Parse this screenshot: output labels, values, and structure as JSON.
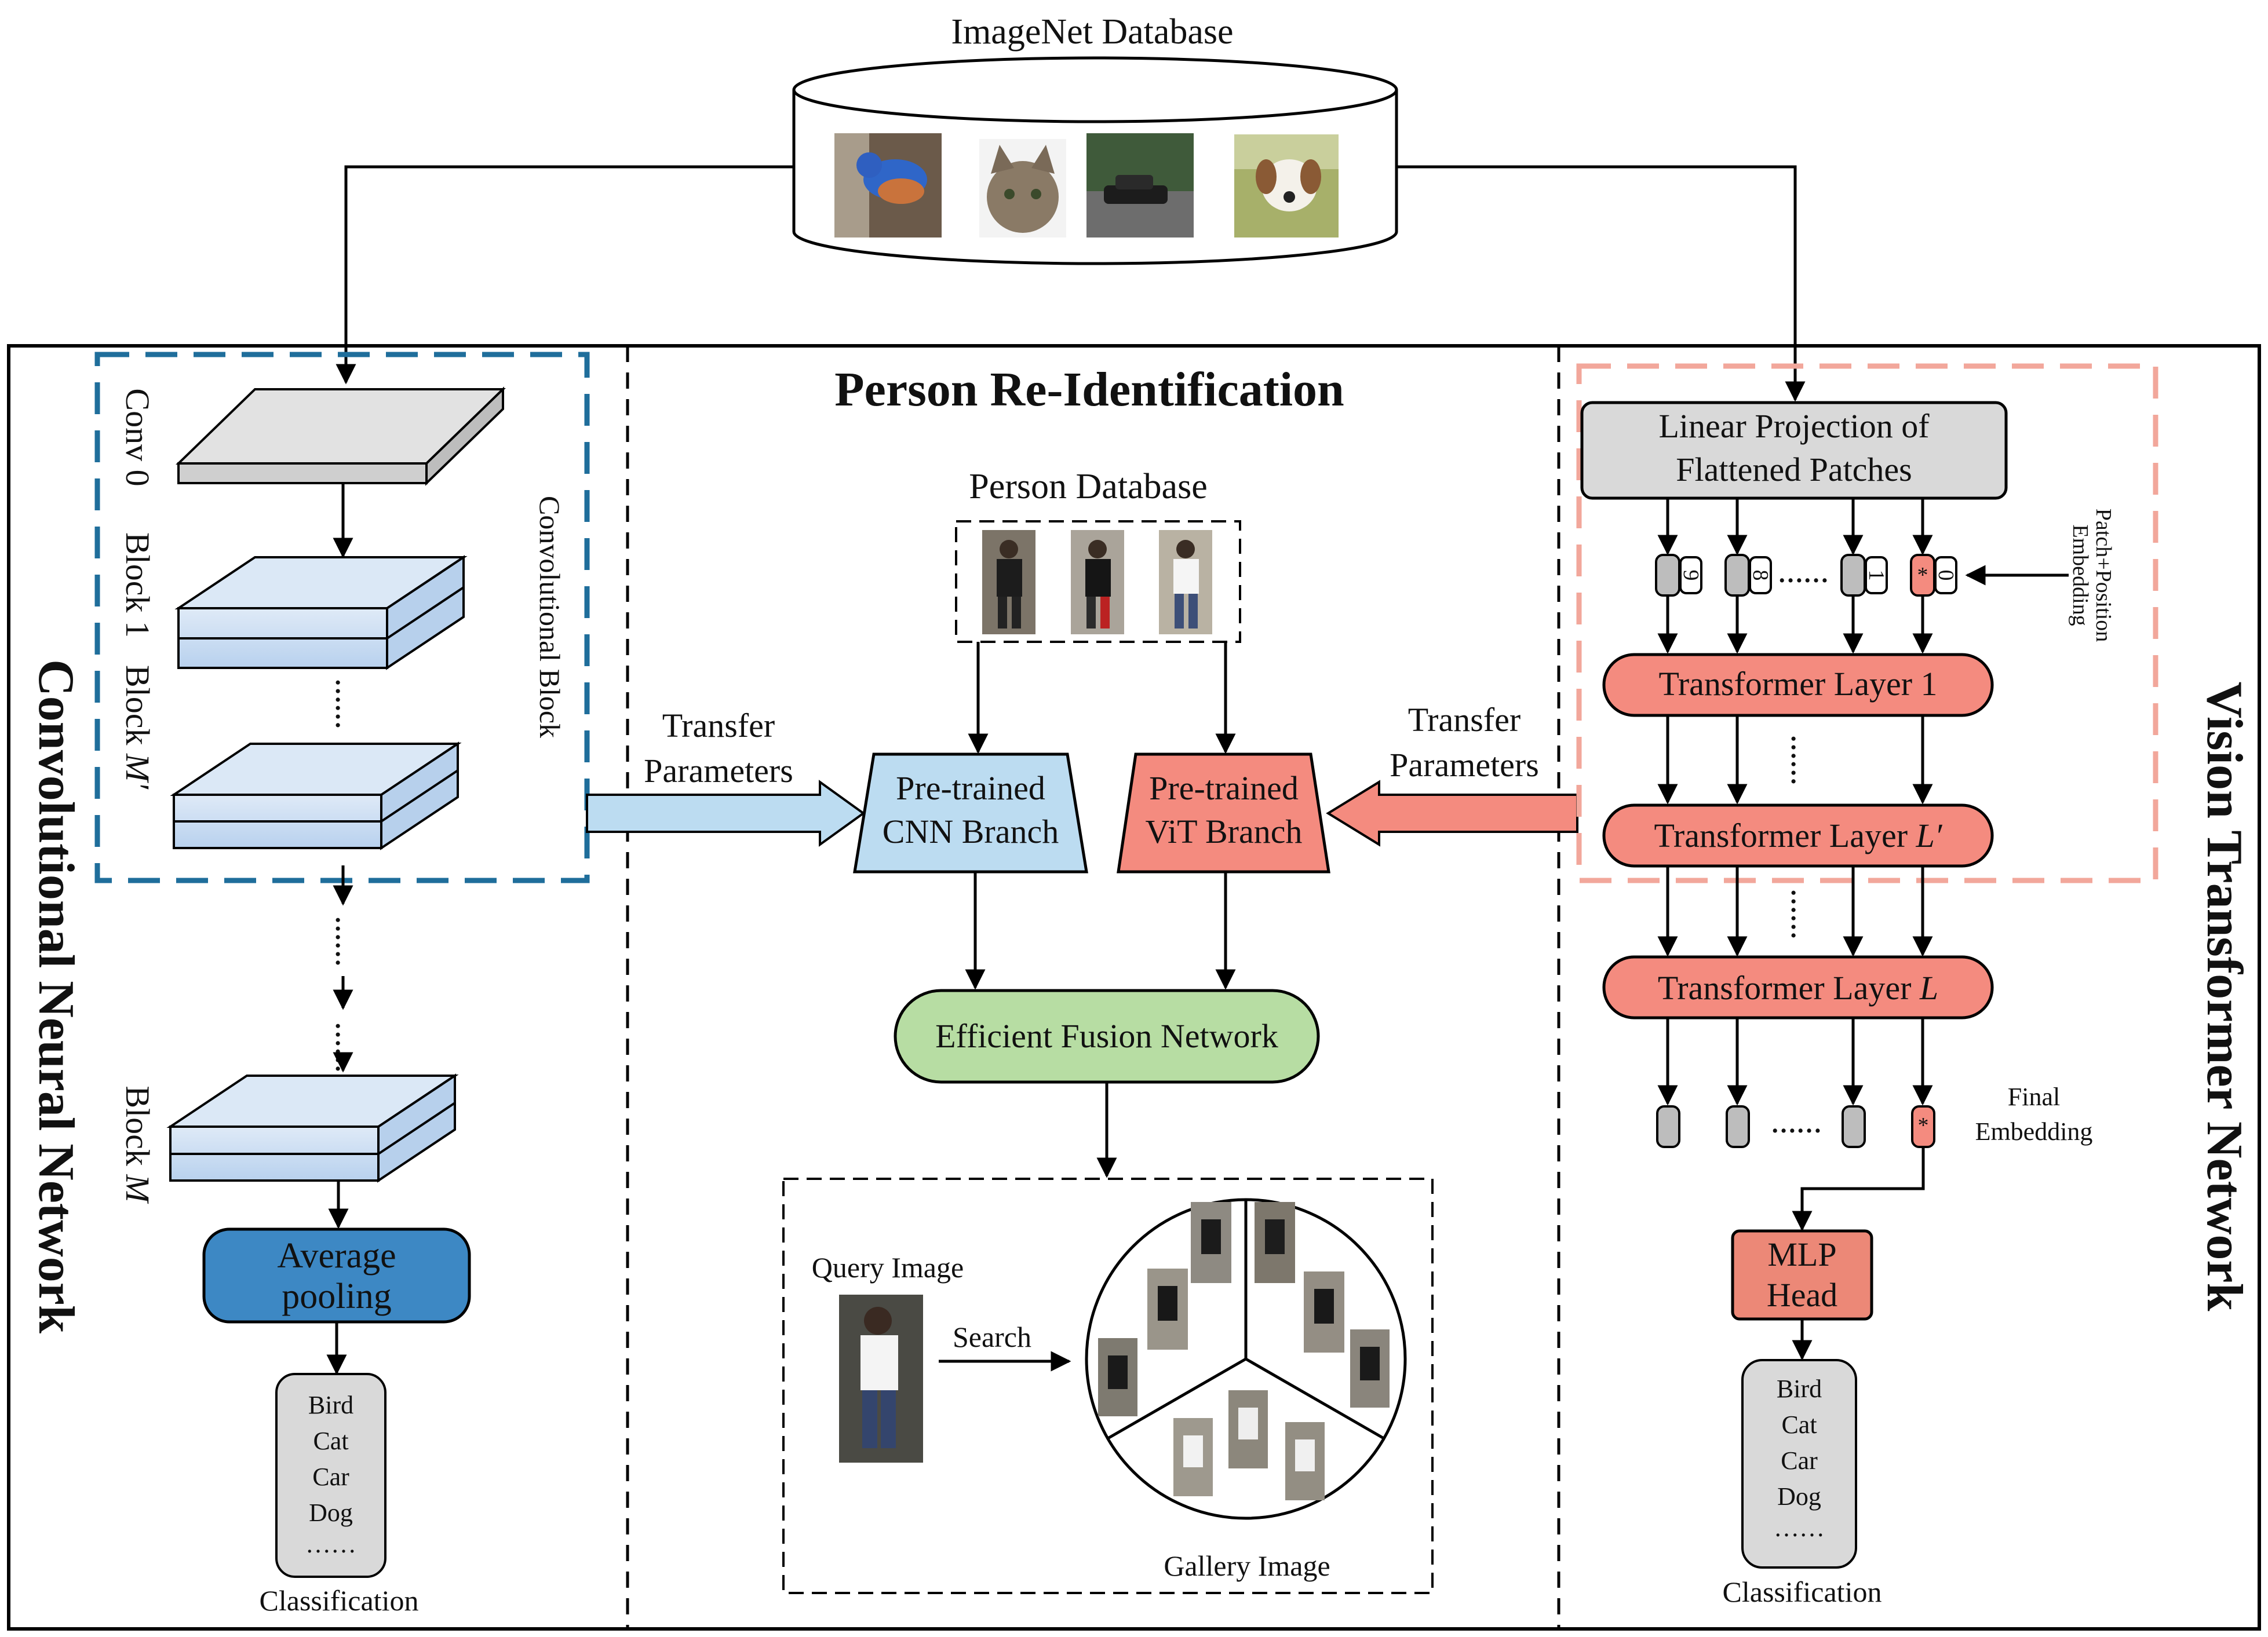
{
  "imagenet": {
    "title": "ImageNet Database",
    "thumbnails": [
      "bird-photo",
      "cat-photo",
      "car-photo",
      "dog-photo"
    ]
  },
  "center": {
    "title": "Person Re-Identification",
    "person_db_title": "Person Database",
    "transfer_left_1": "Transfer",
    "transfer_left_2": "Parameters",
    "transfer_right_1": "Transfer",
    "transfer_right_2": "Parameters",
    "cnn_branch_1": "Pre-trained",
    "cnn_branch_2": "CNN Branch",
    "vit_branch_1": "Pre-trained",
    "vit_branch_2": "ViT Branch",
    "fusion": "Efficient Fusion Network",
    "query_label": "Query Image",
    "search_label": "Search",
    "gallery_label": "Gallery Image"
  },
  "cnn": {
    "side_title": "Convolutional Neural Network",
    "conv_block_label": "Convolutional Block",
    "conv0": "Conv 0",
    "block1": "Block 1",
    "blockM_prime_word": "Block",
    "blockM_prime_var": "M′",
    "blockM_word": "Block",
    "blockM_var": "M",
    "avg_pool_1": "Average",
    "avg_pool_2": "pooling",
    "classes": [
      "Bird",
      "Cat",
      "Car",
      "Dog",
      "……"
    ],
    "classification": "Classification",
    "dots": "……"
  },
  "vit": {
    "side_title": "Vision Transformer Network",
    "linear_proj_1": "Linear Projection of",
    "linear_proj_2": "Flattened Patches",
    "patch_pos_1": "Patch+Position",
    "patch_pos_2": "Embedding",
    "token_labels": [
      "9",
      "8",
      "1",
      "0"
    ],
    "token_star": "*",
    "layer1": "Transformer Layer 1",
    "layerLp_text": "Transformer Layer ",
    "layerLp_var": "L′",
    "layerL_text": "Transformer Layer ",
    "layerL_var": "L",
    "final_1": "Final",
    "final_2": "Embedding",
    "mlp_1": "MLP",
    "mlp_2": "Head",
    "classes": [
      "Bird",
      "Cat",
      "Car",
      "Dog",
      "……"
    ],
    "classification": "Classification"
  },
  "colors": {
    "cnn_dash": "#1f6e9b",
    "vit_dash": "#f2a79b",
    "light_blue": "#bcdcf1",
    "block_blue": "#c7dcf2",
    "avg_blue": "#3d88c4",
    "red_fill": "#f48b7f",
    "mlp_fill": "#ec8877",
    "green_fill": "#b7dda3",
    "gray_fill": "#d9d9d9"
  }
}
